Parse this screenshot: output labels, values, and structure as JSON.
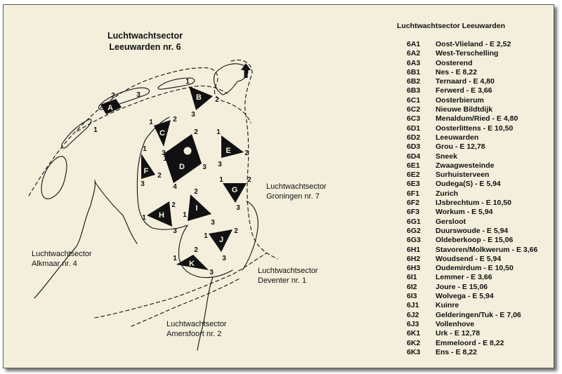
{
  "map": {
    "sector_main": {
      "line1": "Luchtwachtsector",
      "line2": "Leeuwarden nr. 6"
    },
    "sector_groningen": {
      "line1": "Luchtwachtsector",
      "line2": "Groningen nr. 7"
    },
    "sector_alkmaar": {
      "line1": "Luchtwachtsector",
      "line2": "Alkmaar nr. 4"
    },
    "sector_deventer": {
      "line1": "Luchtwachtsector",
      "line2": "Deventer nr. 1"
    },
    "sector_amersfoort": {
      "line1": "Luchtwachtsector",
      "line2": "Amersfoort nr. 2"
    },
    "groups": [
      "A",
      "B",
      "C",
      "D",
      "E",
      "F",
      "G",
      "H",
      "I",
      "J",
      "K"
    ],
    "corner_numbers": [
      "1",
      "2",
      "3",
      "4"
    ],
    "north_arrow_icon": "arrow-up-icon"
  },
  "legend": {
    "title": "Luchtwachtsector Leeuwarden",
    "entries": [
      {
        "code": "6A1",
        "name": "Oost-Vlieland - E 2,52"
      },
      {
        "code": "6A2",
        "name": "West-Terschelling"
      },
      {
        "code": "6A3",
        "name": "Oosterend"
      },
      {
        "code": "6B1",
        "name": "Nes - E 8,22"
      },
      {
        "code": "6B2",
        "name": "Ternaard - E 4,80"
      },
      {
        "code": "6B3",
        "name": "Ferwerd - E 3,66"
      },
      {
        "code": "6C1",
        "name": "Oosterbierum"
      },
      {
        "code": "6C2",
        "name": "Nieuwe Bildtdijk"
      },
      {
        "code": "6C3",
        "name": "Menaldum/Ried - E 4,80"
      },
      {
        "code": "6D1",
        "name": "Oosterlittens - E 10,50"
      },
      {
        "code": "6D2",
        "name": "Leeuwarden"
      },
      {
        "code": "6D3",
        "name": "Grou - E 12,78"
      },
      {
        "code": "6D4",
        "name": "Sneek"
      },
      {
        "code": "6E1",
        "name": "Zwaagwesteinde"
      },
      {
        "code": "6E2",
        "name": "Surhuisterveen"
      },
      {
        "code": "6E3",
        "name": "Oudega(S) - E 5,94"
      },
      {
        "code": "6F1",
        "name": "Zurich"
      },
      {
        "code": "6F2",
        "name": "IJsbrechtum - E 10,50"
      },
      {
        "code": "6F3",
        "name": "Workum - E 5,94"
      },
      {
        "code": "6G1",
        "name": "Gersloot"
      },
      {
        "code": "6G2",
        "name": "Duurswoude - E 5,94"
      },
      {
        "code": "6G3",
        "name": "Oldeberkoop - E 15,06"
      },
      {
        "code": "6H1",
        "name": "Stavoren/Molkwerum - E 3,66"
      },
      {
        "code": "6H2",
        "name": "Woudsend - E 5,94"
      },
      {
        "code": "6H3",
        "name": "Oudemirdum - E 10,50"
      },
      {
        "code": "6I1",
        "name": "Lemmer - E 3,66"
      },
      {
        "code": "6I2",
        "name": "Joure - E 15,06"
      },
      {
        "code": "6I3",
        "name": "Wolvega - E 5,94"
      },
      {
        "code": "6J1",
        "name": "Kuinre"
      },
      {
        "code": "6J2",
        "name": "Gelderingen/Tuk - E 7,06"
      },
      {
        "code": "6J3",
        "name": "Vollenhove"
      },
      {
        "code": "6K1",
        "name": "Urk - E 12,78"
      },
      {
        "code": "6K2",
        "name": "Emmeloord - E 8,22"
      },
      {
        "code": "6K3",
        "name": "Ens - E 8,22"
      }
    ]
  }
}
